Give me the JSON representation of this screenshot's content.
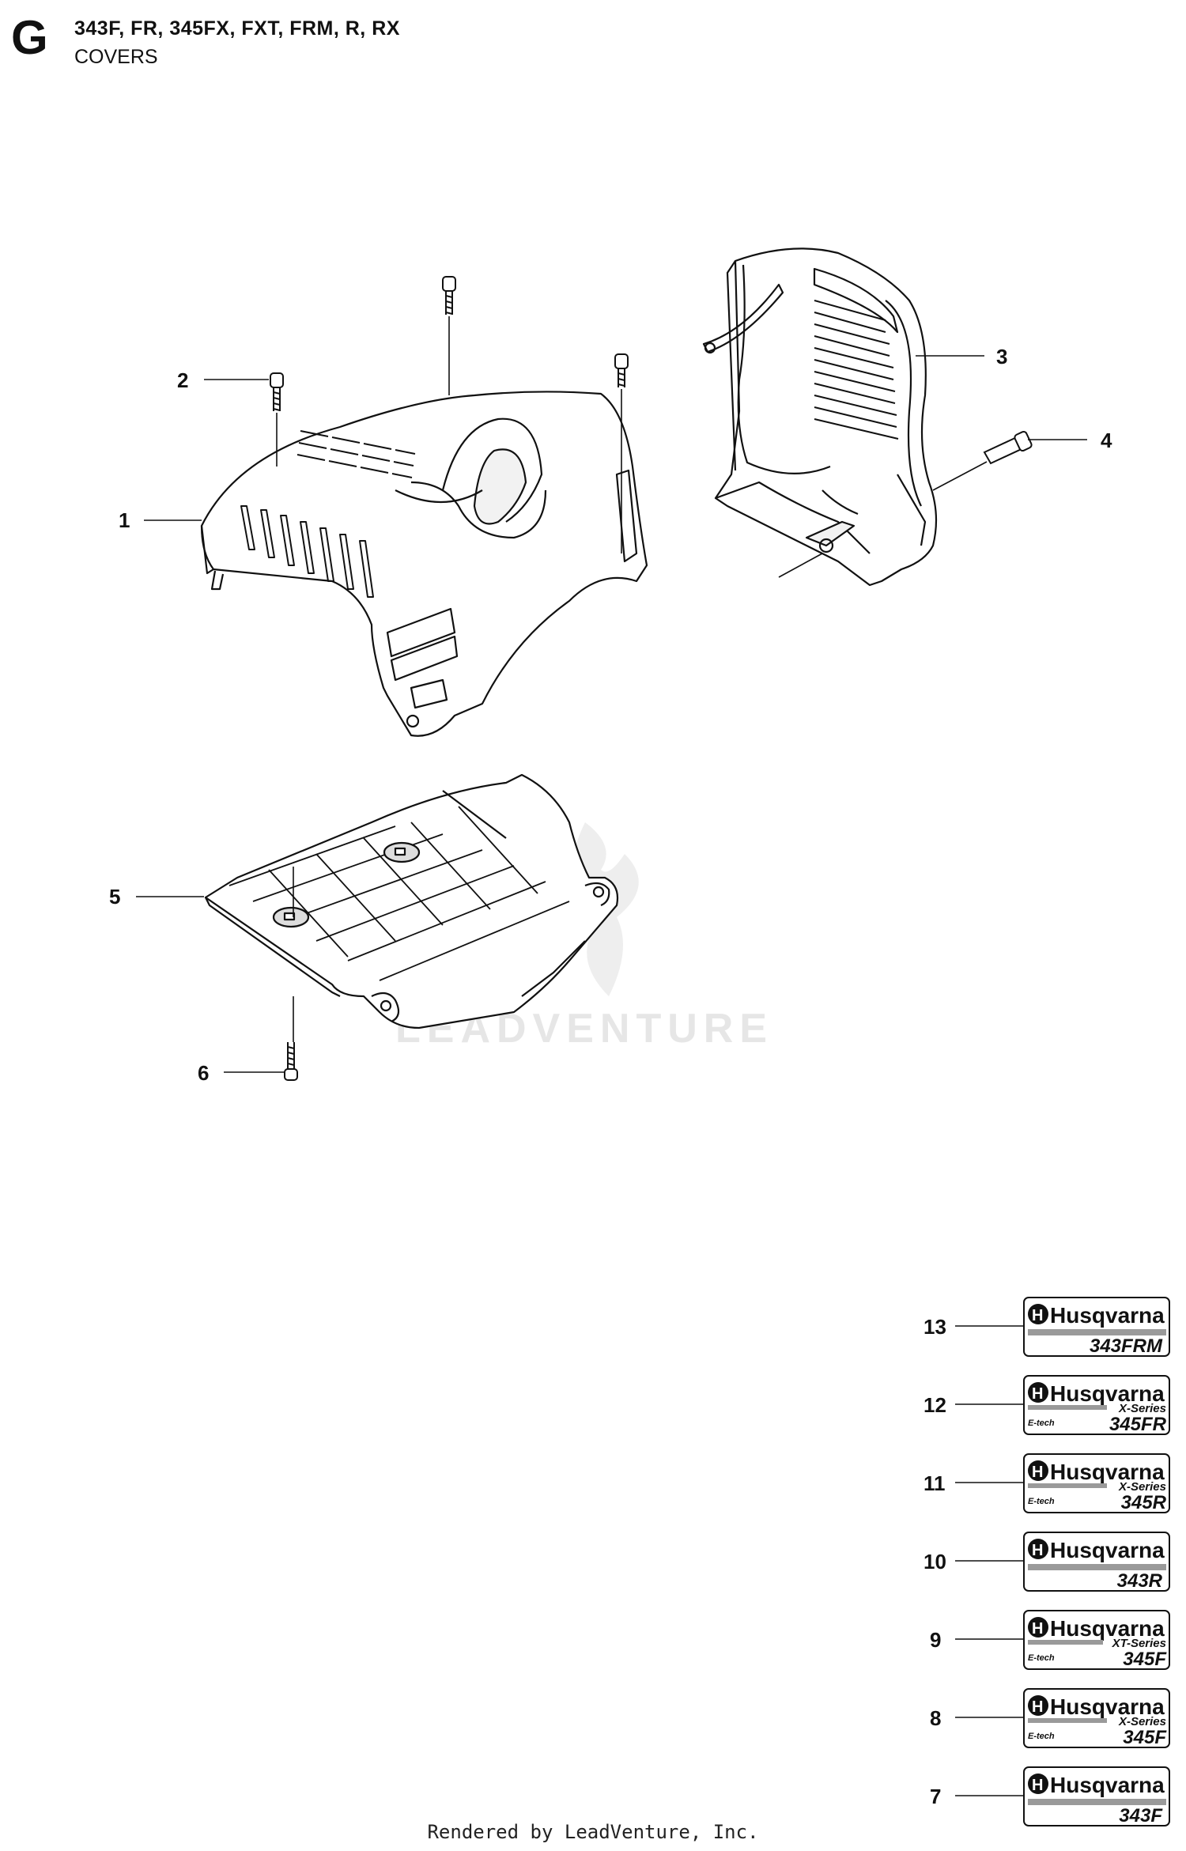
{
  "header": {
    "section_letter": "G",
    "models": "343F, FR, 345FX, FXT, FRM, R, RX",
    "title": "COVERS"
  },
  "watermark": {
    "text": "LEADVENTURE"
  },
  "callouts": [
    {
      "number": "1"
    },
    {
      "number": "2"
    },
    {
      "number": "3"
    },
    {
      "number": "4"
    },
    {
      "number": "5"
    },
    {
      "number": "6"
    }
  ],
  "decals": [
    {
      "number": "13",
      "brand": "Husqvarna",
      "series": "",
      "etech": "",
      "model": "343FRM"
    },
    {
      "number": "12",
      "brand": "Husqvarna",
      "series": "X-Series",
      "etech": "E-tech",
      "model": "345FR"
    },
    {
      "number": "11",
      "brand": "Husqvarna",
      "series": "X-Series",
      "etech": "E-tech",
      "model": "345R"
    },
    {
      "number": "10",
      "brand": "Husqvarna",
      "series": "",
      "etech": "",
      "model": "343R"
    },
    {
      "number": "9",
      "brand": "Husqvarna",
      "series": "XT-Series",
      "etech": "E-tech",
      "model": "345F"
    },
    {
      "number": "8",
      "brand": "Husqvarna",
      "series": "X-Series",
      "etech": "E-tech",
      "model": "345F"
    },
    {
      "number": "7",
      "brand": "Husqvarna",
      "series": "",
      "etech": "",
      "model": "343F"
    }
  ],
  "footer": {
    "text": "Rendered by LeadVenture, Inc."
  },
  "colors": {
    "ink": "#111111",
    "watermark": "#e6e6e6",
    "stripe": "#9a9a9a"
  }
}
